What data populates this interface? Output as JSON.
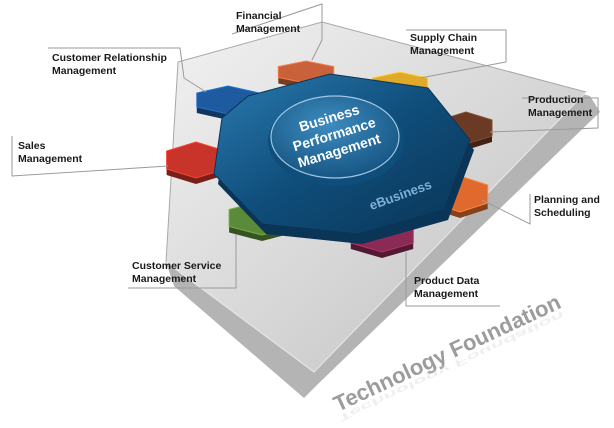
{
  "diagram": {
    "center": {
      "line1": "Business",
      "line2": "Performance",
      "line3": "Management",
      "sub": "eBusiness"
    },
    "foundation": "Technology Foundation",
    "modules": [
      {
        "id": "financial",
        "line1": "Financial",
        "line2": "Management",
        "color": "#c9623a"
      },
      {
        "id": "supply-chain",
        "line1": "Supply Chain",
        "line2": "Management",
        "color": "#e0a92a"
      },
      {
        "id": "production",
        "line1": "Production",
        "line2": "Management",
        "color": "#6b3a24"
      },
      {
        "id": "planning",
        "line1": "Planning and",
        "line2": "Scheduling",
        "color": "#e06a2e"
      },
      {
        "id": "product-data",
        "line1": "Product Data",
        "line2": "Management",
        "color": "#8a2a55"
      },
      {
        "id": "customer-service",
        "line1": "Customer Service",
        "line2": "Management",
        "color": "#5b8a3a"
      },
      {
        "id": "sales",
        "line1": "Sales",
        "line2": "Management",
        "color": "#c8342a"
      },
      {
        "id": "crm",
        "line1": "Customer Relationship",
        "line2": "Management",
        "color": "#1d5aa0"
      }
    ],
    "colors": {
      "hub": "#0f4d7a",
      "hub_dark": "#0a3556",
      "disc": "#1f6a9a",
      "plate": "#d8d8d8",
      "plate_edge": "#a8a8a8",
      "callout": "#9a9a9a",
      "foundation_text": "#9c9c9c"
    }
  }
}
